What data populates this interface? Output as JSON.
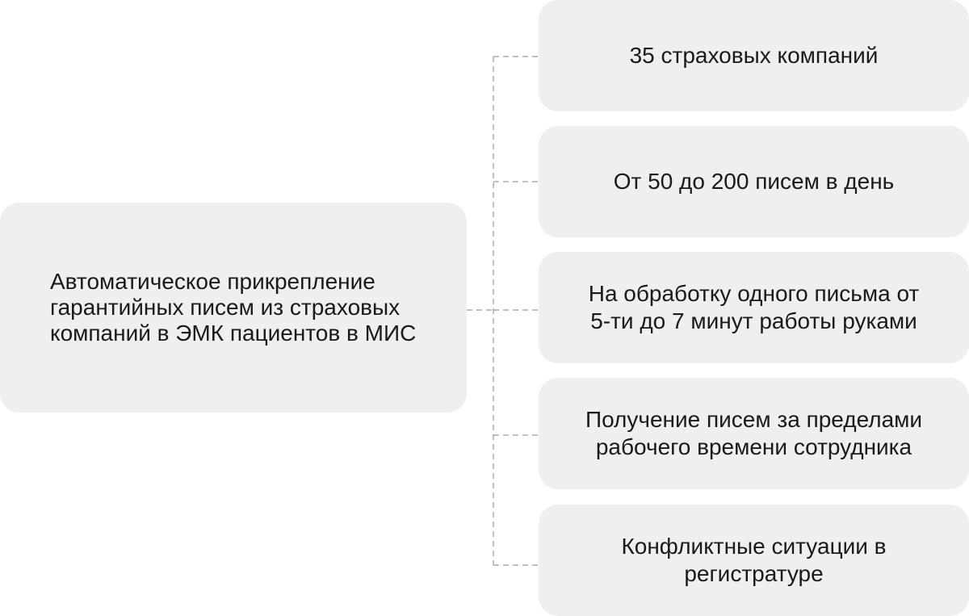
{
  "diagram": {
    "main_node": {
      "text": "Автоматическое прикрепление\nгарантийных писем из страховых\nкомпаний в ЭМК пациентов в МИС"
    },
    "items": [
      {
        "text": "35 страховых компаний"
      },
      {
        "text": "От 50 до 200 писем в день"
      },
      {
        "text": "На обработку одного письма от\n5-ти до 7 минут работы руками"
      },
      {
        "text": "Получение писем за пределами\nрабочего времени сотрудника"
      },
      {
        "text": "Конфликтные ситуации в\nрегистратуре"
      }
    ],
    "colors": {
      "box_fill": "#efefef",
      "connector": "#9a9a9a",
      "text": "#1a1a1a"
    }
  }
}
